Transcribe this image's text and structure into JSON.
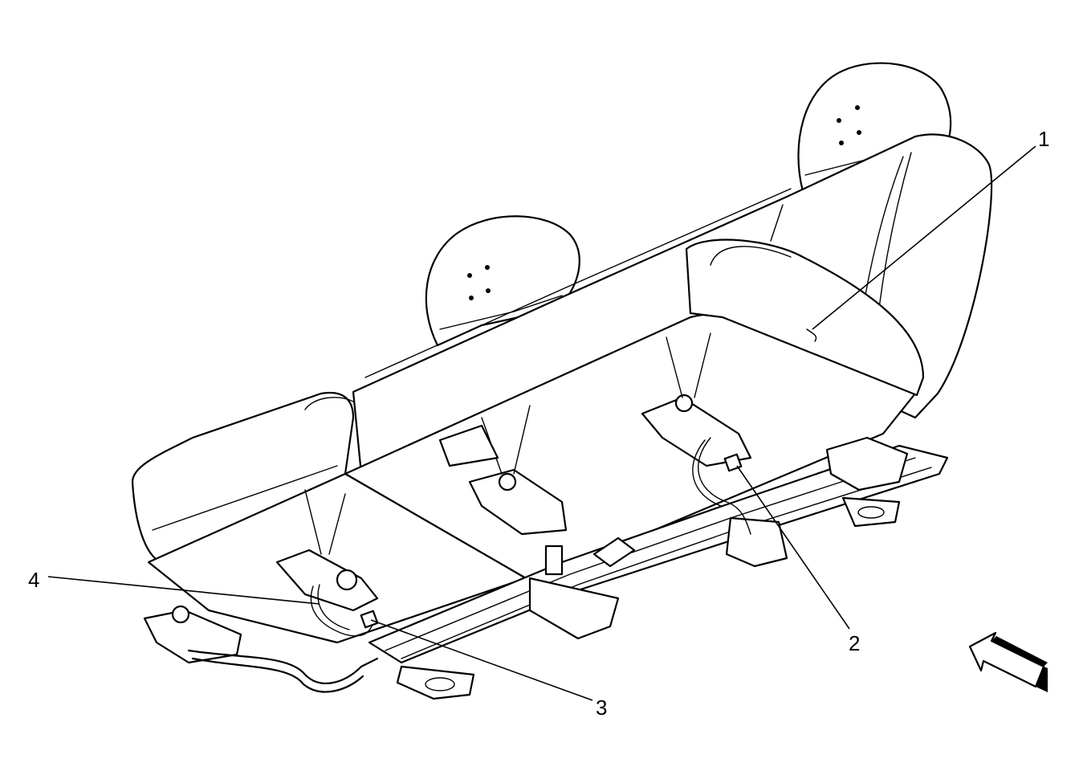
{
  "callouts": [
    {
      "id": "1",
      "label": "1"
    },
    {
      "id": "2",
      "label": "2"
    },
    {
      "id": "3",
      "label": "3"
    },
    {
      "id": "4",
      "label": "4"
    }
  ],
  "icons": {
    "view_arrow": "direction-arrow-icon"
  }
}
